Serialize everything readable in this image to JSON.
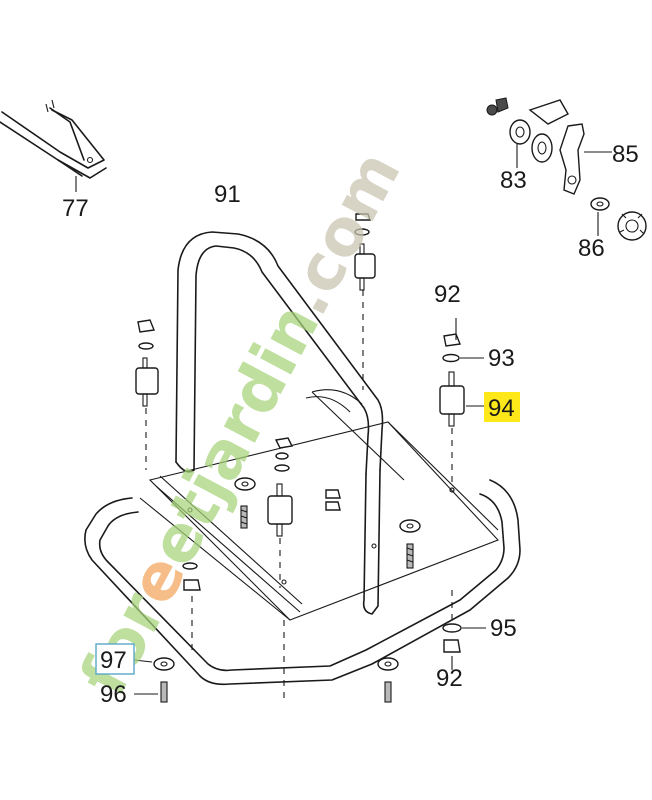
{
  "callouts": [
    {
      "id": "77",
      "label": "77"
    },
    {
      "id": "91",
      "label": "91"
    },
    {
      "id": "92a",
      "label": "92"
    },
    {
      "id": "93",
      "label": "93"
    },
    {
      "id": "94",
      "label": "94",
      "highlight": "yellow"
    },
    {
      "id": "95",
      "label": "95"
    },
    {
      "id": "92b",
      "label": "92"
    },
    {
      "id": "97",
      "label": "97",
      "highlight": "box"
    },
    {
      "id": "96",
      "label": "96"
    },
    {
      "id": "83",
      "label": "83"
    },
    {
      "id": "85",
      "label": "85"
    },
    {
      "id": "86",
      "label": "86"
    }
  ],
  "watermark": {
    "prefix": "for",
    "middle": "etjardin",
    "suffix": ".com"
  },
  "colors": {
    "highlight_yellow": "#ffe81a",
    "box_outline": "#5aa7c9",
    "watermark_green": "#a6d47a",
    "watermark_orange": "#f3a55c",
    "watermark_grey": "#c8c4b0"
  }
}
